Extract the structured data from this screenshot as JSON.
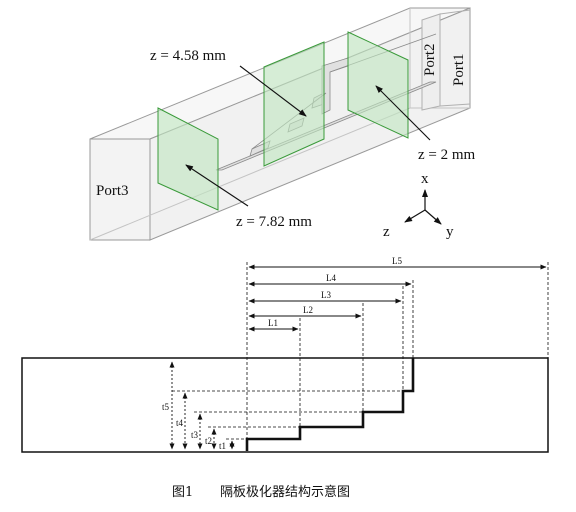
{
  "figure": {
    "port_labels": {
      "port1": "Port1",
      "port2": "Port2",
      "port3": "Port3"
    },
    "plane_labels": {
      "z_458": "z = 4.58 mm",
      "z_2": "z = 2 mm",
      "z_782": "z = 7.82 mm"
    },
    "axes": {
      "x": "x",
      "y": "y",
      "z": "z"
    },
    "dimension_labels": {
      "L1": "L1",
      "L2": "L2",
      "L3": "L3",
      "L4": "L4",
      "L5": "L5",
      "t1": "t1",
      "t2": "t2",
      "t3": "t3",
      "t4": "t4",
      "t5": "t5"
    },
    "caption": {
      "number": "图1",
      "text": "隔板极化器结构示意图"
    },
    "colors": {
      "plane_fill": "#bfe6bf",
      "plane_stroke": "#3a9a3a",
      "box_stroke": "#9a9a9a"
    }
  }
}
